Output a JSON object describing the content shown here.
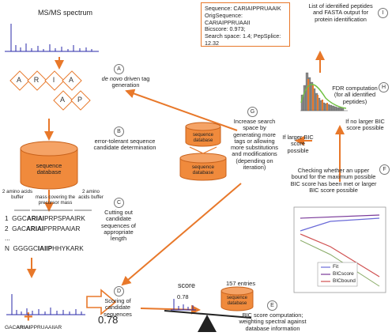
{
  "title": "MS/MS spectrum",
  "tag_letters": [
    "A",
    "R",
    "I",
    "A",
    "A",
    "P"
  ],
  "steps": {
    "A": {
      "marker": "A",
      "text_italic": "de novo",
      "text": "driven tag generation"
    },
    "B": {
      "marker": "B",
      "text": "error-tolerant sequence candidate determination"
    },
    "C": {
      "marker": "C",
      "text": "Cutting out candidate sequences of appropriate length"
    },
    "D": {
      "marker": "D",
      "text": "Scoring of candidate sequences"
    },
    "E": {
      "marker": "E",
      "text": "BIC score computation; weighting spectral against database information"
    },
    "F": {
      "marker": "F",
      "text": "Checking whether an upper bound for the maximum possible BIC score has been met  or larger BIC score possible"
    },
    "G": {
      "marker": "G",
      "text": "Increase search space by generating more tags or allowing more substitutions and modifications (depending on iteration)"
    },
    "H": {
      "marker": "H",
      "text": "FDR computation (for all identified peptides)"
    },
    "I": {
      "marker": "I",
      "text": "List of identified peptides and FASTA output for protein identification"
    }
  },
  "database_label": "sequence database",
  "buffer_left": "2 amino acids buffer",
  "buffer_right": "2 amino acids buffer",
  "precursor_label": "mass covering the precursor mass",
  "candidates": [
    {
      "n": "1",
      "pre": "GGC",
      "bold": "ARIAI",
      "post": "PRPSPAAIRK"
    },
    {
      "n": "2",
      "pre": "GAC",
      "bold": "ARIAI",
      "post": "PPRPAAIAR"
    },
    {
      "n": "...",
      "pre": "",
      "bold": "",
      "post": ""
    },
    {
      "n": "N",
      "pre": "GGGGC",
      "bold": "IAIIP",
      "post": "HHYKARK"
    }
  ],
  "scored_pre": "GAC",
  "scored_bold": "ARIAI",
  "scored_post": "PPRUAAIIAR",
  "score_value": "0.78",
  "score_label": "score",
  "score_small": "0.78",
  "entries_label": "157 entries",
  "if_larger": "If  larger BIC score possible",
  "if_no_larger": "If no larger BIC score possible",
  "info_box": {
    "line1": "Sequence: CARIAIPPRUAAIK",
    "line2": "OrigSequence: CARIAIPPRUAAII",
    "line3": "Bicscore: 0.973;",
    "line4": "Search space: 1.4; PepSplice: 12.32"
  },
  "legend": [
    "Fit",
    "BICscore",
    "BICbound"
  ],
  "colors": {
    "accent": "#e8782a",
    "db_fill": "#f08a3c",
    "db_dark": "#c8621c",
    "spectrum": "#2a2aa8",
    "fit": "#6a6ad8",
    "bicscore": "#7a3a9a",
    "bicbound": "#d05050",
    "green": "#6fc040"
  }
}
